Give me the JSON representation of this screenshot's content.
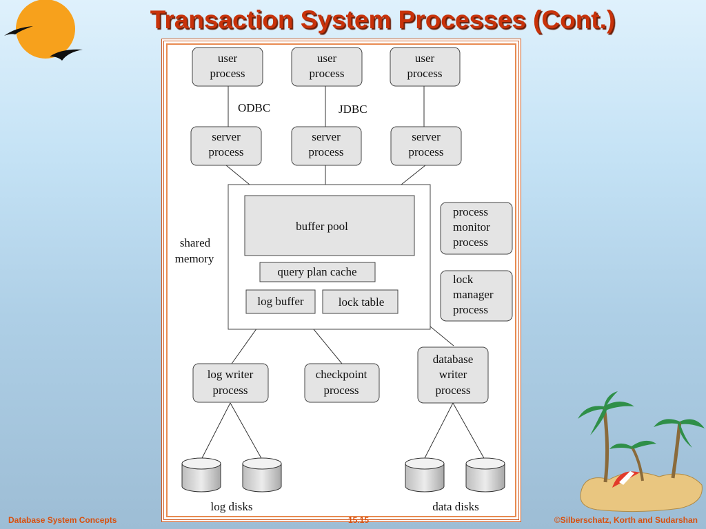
{
  "slide": {
    "title": "Transaction System Processes (Cont.)",
    "footer_left": "Database System Concepts",
    "footer_center": "15.15",
    "footer_right": "©Silberschatz, Korth and Sudarshan"
  },
  "decorations": {
    "logo_icon": "sun-with-birds-icon",
    "island_icon": "palm-island-icon",
    "colors": {
      "title": "#c8320a",
      "frame": "#d05a20",
      "footer": "#d8500e",
      "sun": "#f7a11c"
    }
  },
  "diagram": {
    "user_processes": [
      {
        "line1": "user",
        "line2": "process"
      },
      {
        "line1": "user",
        "line2": "process"
      },
      {
        "line1": "user",
        "line2": "process"
      }
    ],
    "connections": {
      "odbc": "ODBC",
      "jdbc": "JDBC"
    },
    "server_processes": [
      {
        "line1": "server",
        "line2": "process"
      },
      {
        "line1": "server",
        "line2": "process"
      },
      {
        "line1": "server",
        "line2": "process"
      }
    ],
    "shared_memory": {
      "line1": "shared",
      "line2": "memory"
    },
    "buffer_pool": "buffer pool",
    "query_plan_cache": "query plan cache",
    "log_buffer": "log buffer",
    "lock_table": "lock table",
    "process_monitor": {
      "line1": "process",
      "line2": "monitor",
      "line3": "process"
    },
    "lock_manager": {
      "line1": "lock",
      "line2": "manager",
      "line3": "process"
    },
    "log_writer": {
      "line1": "log writer",
      "line2": "process"
    },
    "checkpoint": {
      "line1": "checkpoint",
      "line2": "process"
    },
    "db_writer": {
      "line1": "database",
      "line2": "writer",
      "line3": "process"
    },
    "log_disks": "log disks",
    "data_disks": "data disks"
  }
}
